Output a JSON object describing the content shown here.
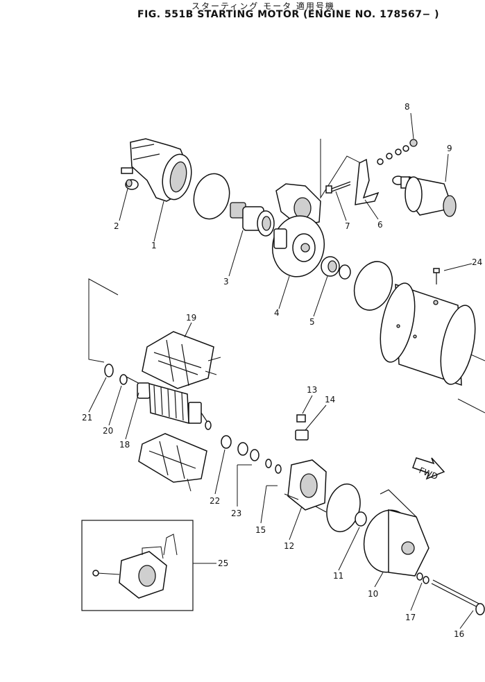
{
  "header": {
    "japanese_title": "スターティング モータ 適用号機",
    "figure_title": "FIG. 551B  STARTING MOTOR (ENGINE NO. 178567− )"
  },
  "callouts": [
    "1",
    "2",
    "3",
    "4",
    "5",
    "6",
    "7",
    "8",
    "9",
    "10",
    "11",
    "12",
    "13",
    "14",
    "15",
    "16",
    "17",
    "18",
    "19",
    "20",
    "21",
    "22",
    "23",
    "24",
    "25"
  ],
  "direction_label": "FWD"
}
